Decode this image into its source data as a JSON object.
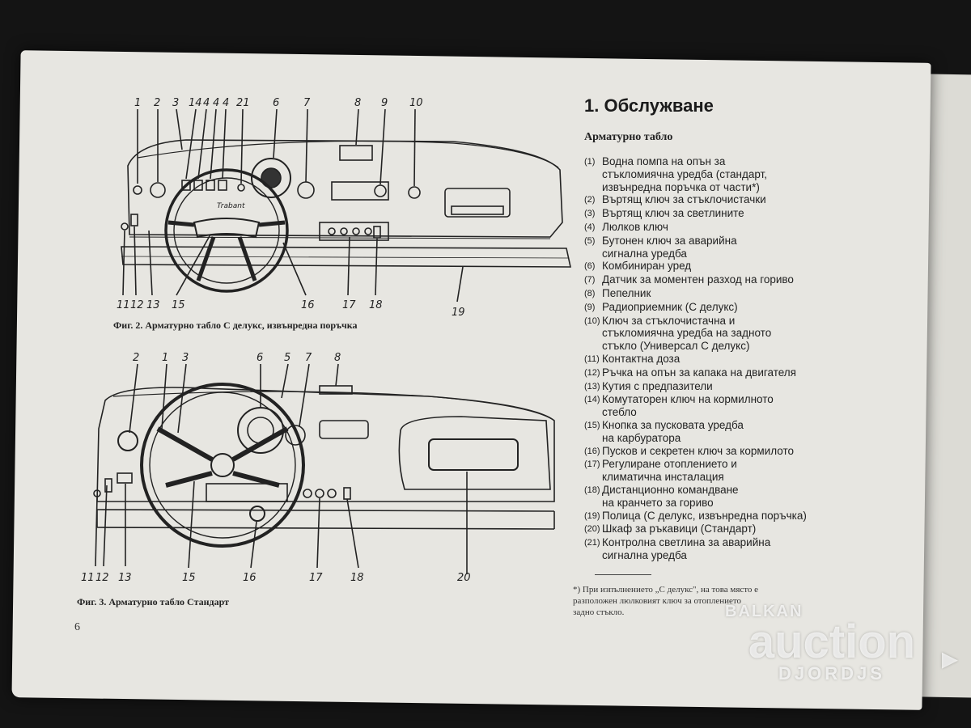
{
  "page_number": "6",
  "section_title": "1. Обслужване",
  "subsection_title": "Арматурно табло",
  "figure2": {
    "caption": "Фиг. 2. Арматурно табло С делукс, извънредна поръчка",
    "labels": [
      "1",
      "2",
      "3",
      "14",
      "4",
      "4",
      "4",
      "21",
      "6",
      "7",
      "8",
      "9",
      "10",
      "11",
      "12",
      "13",
      "15",
      "16",
      "17",
      "18",
      "19"
    ],
    "wheel_logo": "Trabant"
  },
  "figure3": {
    "caption": "Фиг. 3. Арматурно табло Стандарт",
    "labels": [
      "2",
      "1",
      "3",
      "6",
      "5",
      "7",
      "8",
      "11",
      "12",
      "13",
      "15",
      "16",
      "17",
      "18",
      "20"
    ]
  },
  "legend": [
    {
      "num": "(1)",
      "text": "Водна помпа на опън за\nстъкломиячна уредба (стандарт,\nизвънредна поръчка от части*)"
    },
    {
      "num": "(2)",
      "text": "Въртящ ключ за стъклочистачки"
    },
    {
      "num": "(3)",
      "text": "Въртящ ключ за светлините"
    },
    {
      "num": "(4)",
      "text": "Люлков ключ"
    },
    {
      "num": "(5)",
      "text": "Бутонен ключ за аварийна\nсигнална уредба"
    },
    {
      "num": "(6)",
      "text": "Комбиниран уред"
    },
    {
      "num": "(7)",
      "text": "Датчик за моментен разход на гориво"
    },
    {
      "num": "(8)",
      "text": "Пепелник"
    },
    {
      "num": "(9)",
      "text": "Радиоприемник (С делукс)"
    },
    {
      "num": "(10)",
      "text": "Ключ за стъклочистачна и\nстъкломиячна уредба на задното\nстъкло (Универсал С делукс)"
    },
    {
      "num": "(11)",
      "text": "Контактна доза"
    },
    {
      "num": "(12)",
      "text": "Ръчка на опън за капака на двигателя"
    },
    {
      "num": "(13)",
      "text": "Кутия с предпазители"
    },
    {
      "num": "(14)",
      "text": "Комутаторен ключ на кормилното\nстебло"
    },
    {
      "num": "(15)",
      "text": "Кнопка за пусковата уредба\nна карбуратора"
    },
    {
      "num": "(16)",
      "text": "Пусков и секретен ключ за кормилото"
    },
    {
      "num": "(17)",
      "text": "Регулиране отоплението и\nклиматична инсталация"
    },
    {
      "num": "(18)",
      "text": "Дистанционно командване\nна кранчето за гориво"
    },
    {
      "num": "(19)",
      "text": "Полица (С делукс, извънредна поръчка)"
    },
    {
      "num": "(20)",
      "text": "Шкаф за ръкавици (Стандарт)"
    },
    {
      "num": "(21)",
      "text": "Контролна светлина за аварийна\nсигнална уредба"
    }
  ],
  "footnote": "*) При изпълнението „С делукс\", на това място е\nразположен люлковият ключ за отоплението\nзадно стъкло.",
  "watermark": {
    "top": "BALKAN",
    "middle": "auction",
    "bottom": "DJORDJS"
  }
}
